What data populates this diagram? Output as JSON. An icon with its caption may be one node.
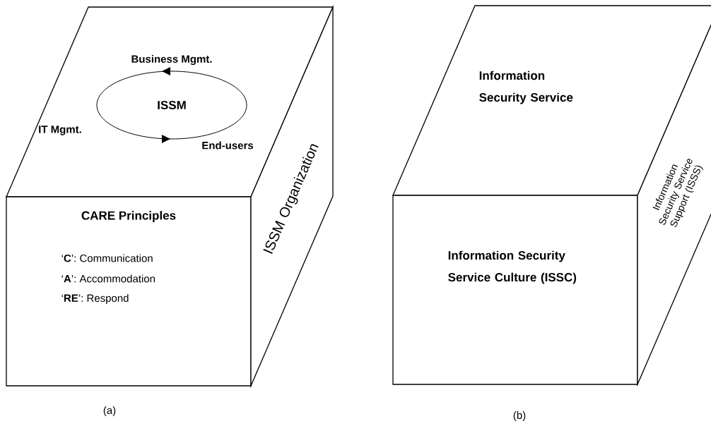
{
  "diagram": {
    "nodes": [
      {
        "text": [
          "Business Mgmt.",
          "IT Mgmt.",
          "End-users"
        ]
      },
      {
        "text": [
          "ISSM"
        ],
        "in": 0
      },
      {
        "text": [
          "CARE Principles",
          "‘**C**’: Communication",
          "‘**A**’: Accommodation",
          "‘**RE**’: Respond"
        ]
      },
      {
        "text": [
          "ISSM Organization"
        ]
      },
      {
        "text": [
          "Information Security Service"
        ]
      },
      {
        "text": [
          "Information Security Service Culture (ISSC)"
        ]
      },
      {
        "text": [
          "Information Security Service Support (ISSS)"
        ]
      }
    ],
    "labels": [
      "(a)",
      "(b)"
    ]
  }
}
